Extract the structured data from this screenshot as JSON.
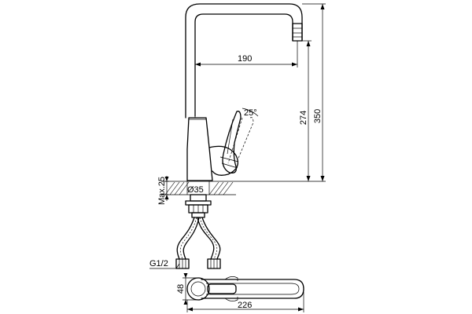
{
  "drawing": {
    "dimensions": {
      "reach": "190",
      "spout_height": "274",
      "total_height": "350",
      "lever_angle": "25°",
      "max_counter_thickness": "Max.25",
      "hole_diameter": "Ø35",
      "connection_thread": "G1/2",
      "base_depth": "48",
      "overall_length": "226"
    }
  }
}
